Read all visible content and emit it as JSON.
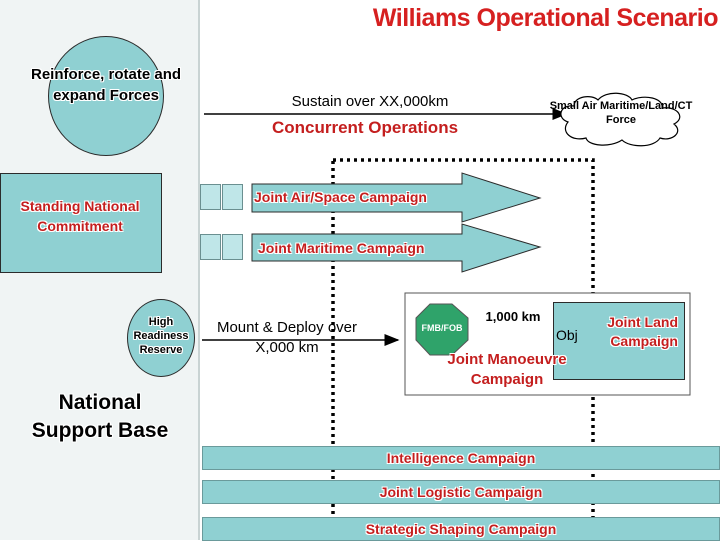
{
  "title": "Williams Operational Scenario",
  "left": {
    "reinforce": "Reinforce, rotate and expand Forces",
    "standing": "Standing National Commitment",
    "high_readiness": "High Readiness Reserve",
    "support_base": "National Support Base"
  },
  "sustain": {
    "text": "Sustain over XX,000km",
    "concurrent": "Concurrent Operations",
    "target": "Small Air Maritime/Land/CT Force"
  },
  "campaigns": {
    "air_space": "Joint Air/Space Campaign",
    "maritime": "Joint Maritime Campaign"
  },
  "deploy": {
    "mount": "Mount & Deploy over X,000 km",
    "fmb": "FMB/FOB",
    "distance": "1,000 km",
    "obj": "Obj",
    "land": "Joint Land Campaign",
    "manoeuvre": "Joint Manoeuvre Campaign"
  },
  "bands": {
    "intelligence": "Intelligence Campaign",
    "logistic": "Joint Logistic Campaign",
    "shaping": "Strategic Shaping Campaign"
  },
  "colors": {
    "teal": "#8fd0d2",
    "red": "#d62020",
    "octagon": "#2fa36a"
  }
}
